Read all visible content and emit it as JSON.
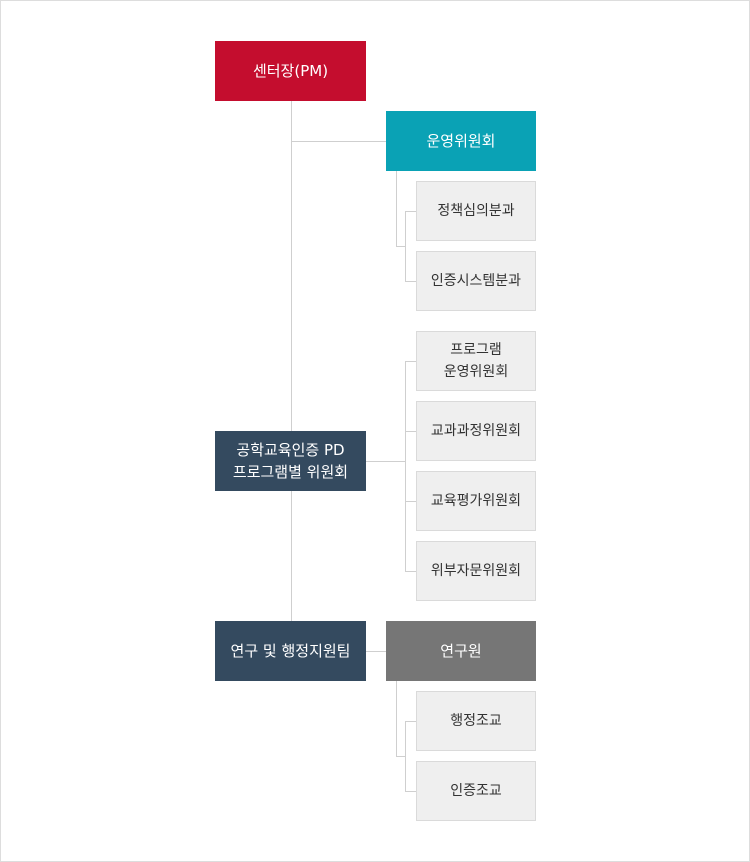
{
  "chart": {
    "top": {
      "label": "센터장(PM)",
      "color": "#c40d2e"
    },
    "steering": {
      "label": "운영위원회",
      "color": "#0aa2b5",
      "subs": [
        "정책심의분과",
        "인증시스템분과"
      ]
    },
    "program": {
      "label": "공학교육인증 PD\n프로그램별 위원회",
      "color": "#344a5f",
      "subs": [
        "프로그램\n운영위원회",
        "교과과정위원회",
        "교육평가위원회",
        "위부자문위원회"
      ]
    },
    "support": {
      "label": "연구 및 행정지원팀",
      "color": "#344a5f",
      "researcher": {
        "label": "연구원",
        "color": "#767676"
      },
      "subs": [
        "행정조교",
        "인증조교"
      ]
    }
  }
}
